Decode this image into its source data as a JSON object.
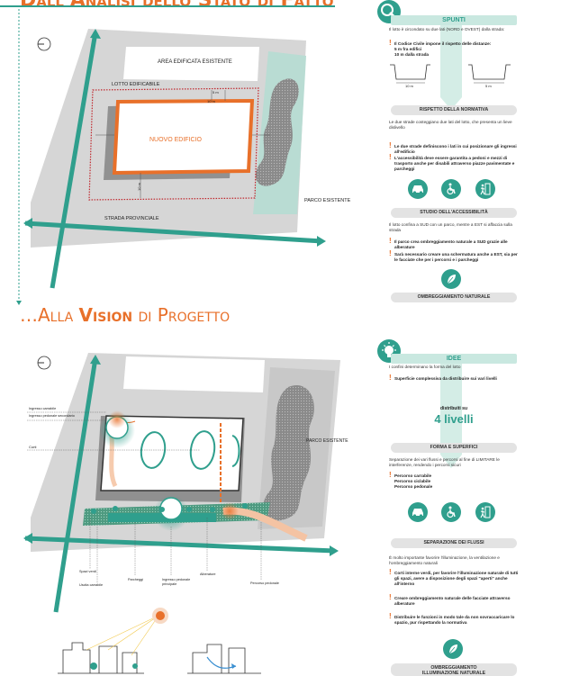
{
  "headings": {
    "top_partial": "Dall'Analisi dello Stato di Fatto",
    "vision_pre": "…Alla ",
    "vision_bold": "Vision",
    "vision_post": " di Progetto"
  },
  "plan_top": {
    "area_edificata": "AREA EDIFICATA ESISTENTE",
    "lotto": "LOTTO EDIFICABILE",
    "nuovo": "NUOVO EDIFICIO",
    "parco": "PARCO ESISTENTE",
    "strada": "STRADA PROVINCIALE",
    "dim_5m": "5 m",
    "dim_10m_a": "10 m",
    "dim_10m_b": "10 m"
  },
  "plan_bottom": {
    "ingresso_carrabile": "Ingresso carrabile",
    "ingresso_pedonale_sec": "Ingresso pedonale secondario",
    "corti": "Corti",
    "parco": "PARCO ESISTENTE",
    "spazi_verdi": "Spazi verdi",
    "uscita_carrabile": "Uscita carrabile",
    "parcheggi": "Parcheggi",
    "ingresso_pedonale_princ": "Ingresso pedonale principale",
    "alberature": "Alberature",
    "percorso_pedonale": "Percorso pedonale"
  },
  "spunti": {
    "title": "SPUNTI",
    "intro": "Il lotto è circondato su due lati (NORD e OVEST) dalla strada:",
    "b1_l1": "Il Codice Civile impone il rispetto delle distanze:",
    "b1_l2": "5 m fra edifici",
    "b1_l3": "10 m dalla strada",
    "sec_10m": "10 m",
    "sec_5m": "5 m",
    "pill1": "RISPETTO DELLA NORMATIVA",
    "p2": "Le due strade costeggiano due lati del lotto, che presenta un lieve dislivello",
    "b2": "Le due strade definiscono i lati in cui posizionare gli ingressi all'edificio",
    "b3": "L'accessibilità deve essere garantita a pedoni e mezzi di trasporto anche per disabili attraverso piazze pavimentate e parcheggi",
    "pill2": "STUDIO DELL'ACCESSIBILITÀ",
    "p3": "Il lotto confina a SUD con un parco, mentre a EST si affaccia sulla strada",
    "b4": "Il parco crea ombreggiamento naturale a SUD grazie alle alberature",
    "b5": "Sarà necessario creare una schermatura anche a EST, sia per le facciate che per i percorsi e i parcheggi",
    "pill3": "OMBREGGIAMENTO NATURALE"
  },
  "idee": {
    "title": "IDEE",
    "p1": "I confini determinano la forma del lotto",
    "b1": "Superficie complessiva da distribuire sui vari livelli",
    "distrib": "distribuiti su",
    "livelli": "4 livelli",
    "pill1": "FORMA E SUPERFICI",
    "p2": "Separazione dei vari flussi e percorsi al fine di LIMITARE le interferenze, rendendo i percorsi sicuri",
    "b2_l1": "Percorso carrabile",
    "b2_l2": "Percorso ciclabile",
    "b2_l3": "Percorso pedonale",
    "pill2": "SEPARAZIONE DEI FLUSSI",
    "p3": "È molto importante favorire l'illuminazione, la ventilazione e l'ombreggiamento naturali",
    "b3": "Corti interne verdi, per favorire l'illuminazione naturale di tutti gli spazi, avere a disposizione degli spazi \"aperti\" anche all'interno",
    "b4": "Creare ombreggiamento naturale delle facciate attraverso alberature",
    "b5": "Distribuire le funzioni in modo tale da non sovraccaricare lo spazio, pur rispettando la normativa",
    "pill3_l1": "OMBREGGIAMENTO",
    "pill3_l2": "ILLUMINAZIONE NATURALE"
  },
  "icons": [
    "magnifier-icon",
    "car-icon",
    "wheelchair-icon",
    "pedestrian-door-icon",
    "leaf-icon",
    "lightbulb-icon",
    "sun-icon",
    "north-arrow-icon"
  ],
  "colors": {
    "accent": "#e8702a",
    "teal": "#2f9f8d",
    "tealLight": "#c9e8e0",
    "grey": "#d9d9d9"
  }
}
